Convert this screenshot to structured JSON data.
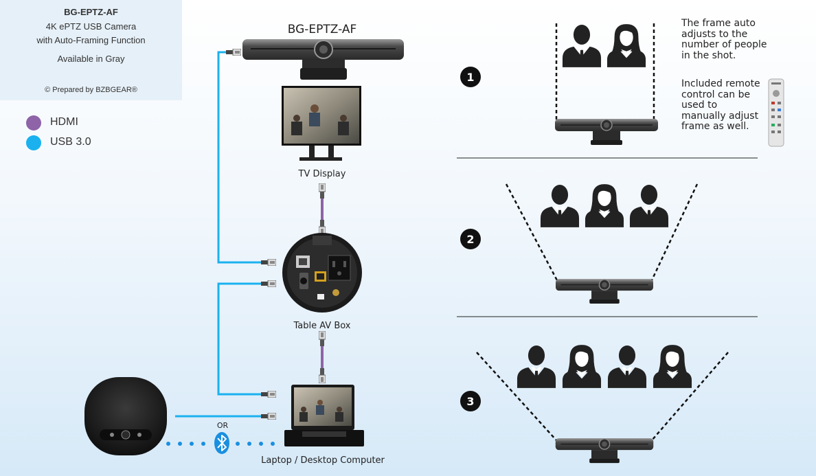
{
  "info": {
    "model": "BG-EPTZ-AF",
    "desc_line1": "4K ePTZ USB Camera",
    "desc_line2": "with Auto-Framing Function",
    "availability": "Available in Gray",
    "prepared": "© Prepared by BZBGEAR®"
  },
  "legend": [
    {
      "label": "HDMI",
      "color": "#8e63a8"
    },
    {
      "label": "USB 3.0",
      "color": "#1ab1ee"
    }
  ],
  "devices": {
    "camera": "BG-EPTZ-AF",
    "tv": "TV Display",
    "table_box": "Table AV Box",
    "computer": "Laptop / Desktop Computer",
    "or_label": "OR"
  },
  "steps": {
    "step1": "1",
    "step2": "2",
    "step3": "3"
  },
  "notes": {
    "frame_auto": [
      "The frame auto",
      "adjusts to the",
      "number of people",
      "in the shot."
    ],
    "remote": [
      "Included remote",
      "control can be",
      "used to",
      "manually adjust",
      "frame as well."
    ]
  },
  "colors": {
    "hdmi": "#8e63a8",
    "usb": "#1ab1ee",
    "bluetooth": "#1a8fe0",
    "person": "#222222"
  },
  "icons": {
    "bluetooth": "bluetooth-icon",
    "person_male": "man-icon",
    "person_female": "woman-icon"
  }
}
